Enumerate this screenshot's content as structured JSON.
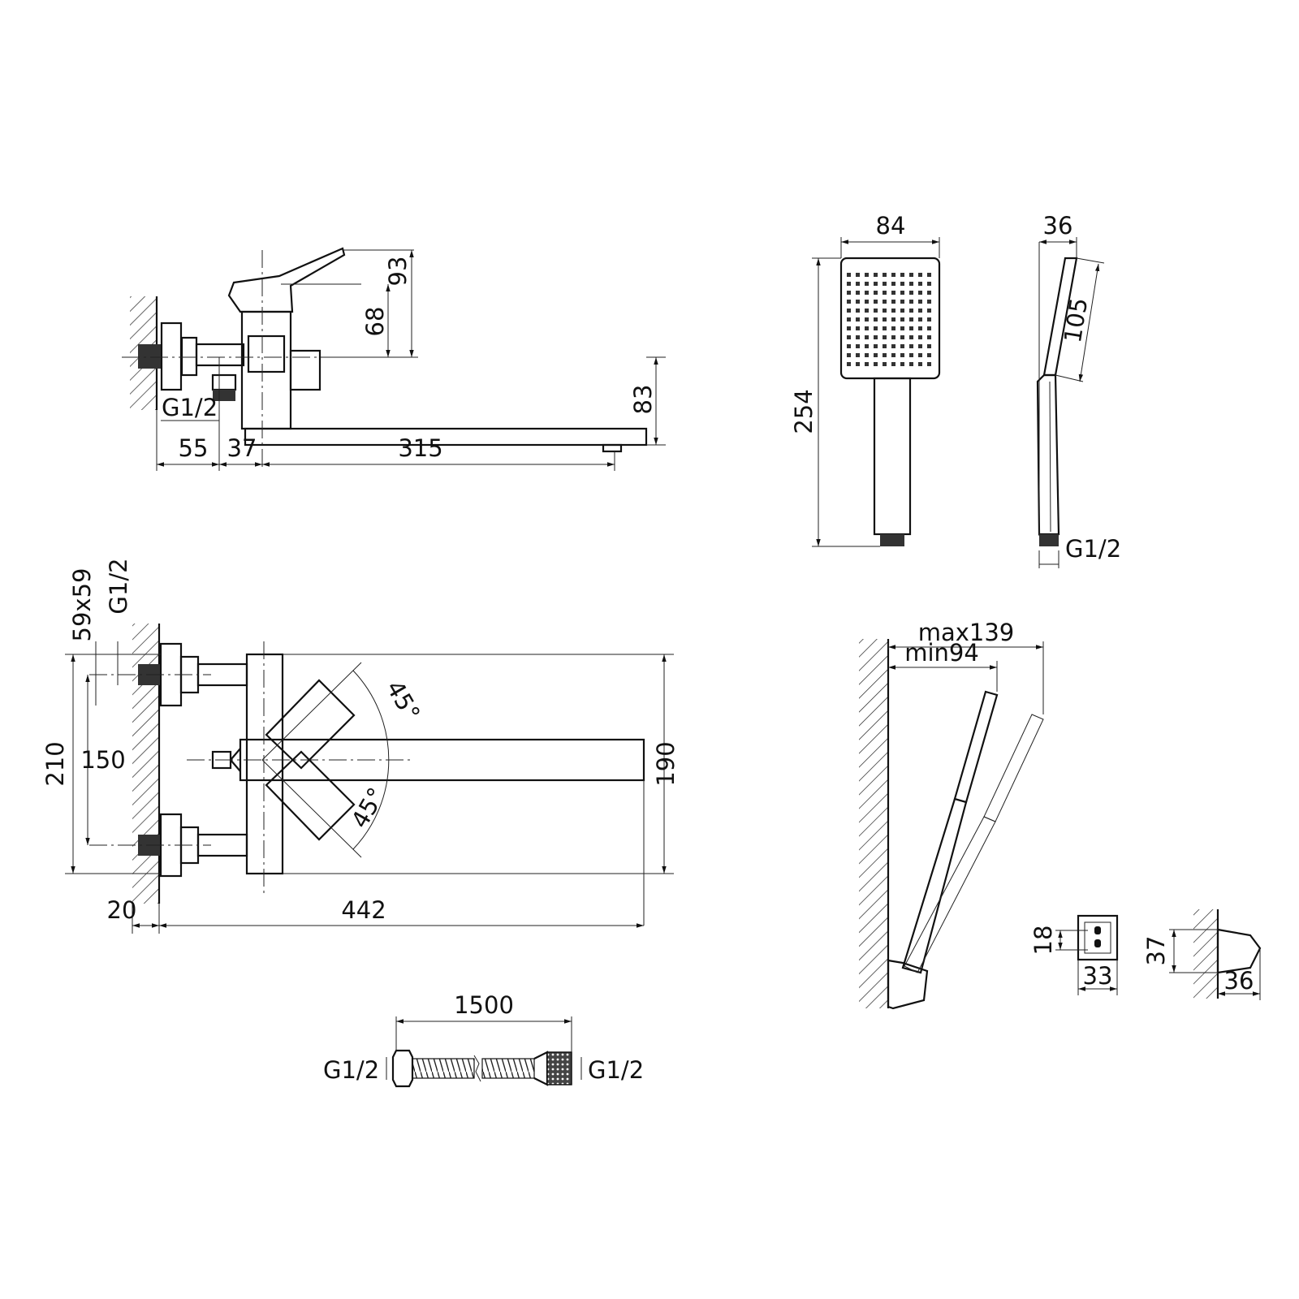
{
  "side_view": {
    "handle_height": "93",
    "lever_height": "68",
    "spout_height": "83",
    "inlet_thread": "G1/2",
    "wall_to_inlet": "55",
    "inlet_to_axis": "37",
    "spout_reach": "315"
  },
  "top_view": {
    "eccentric_size": "59x59",
    "eccentric_thread": "G1/2",
    "outer_spacing": "210",
    "center_spacing": "150",
    "spout_span": "190",
    "angle_upper": "45°",
    "angle_lower": "45°",
    "wall_offset": "20",
    "total_reach": "442"
  },
  "hand_shower_front": {
    "head_width": "84",
    "total_length": "254"
  },
  "hand_shower_side": {
    "thickness": "36",
    "head_length": "105",
    "thread": "G1/2"
  },
  "holder": {
    "max_reach": "max139",
    "min_reach": "min94",
    "front_height": "18",
    "front_width": "33",
    "side_height": "37",
    "side_depth": "36"
  },
  "hose": {
    "length": "1500",
    "thread_left": "G1/2",
    "thread_right": "G1/2"
  }
}
